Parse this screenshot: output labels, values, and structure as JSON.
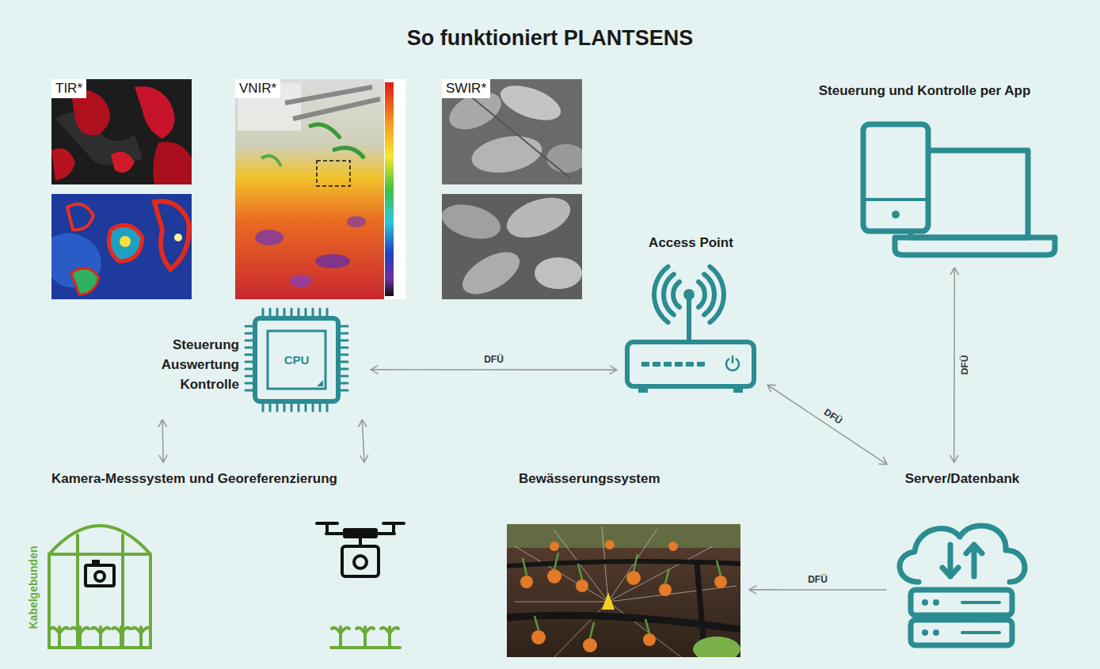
{
  "diagram": {
    "title": "So funktioniert PLANTSENS",
    "nodes": [
      {
        "text": [
          "Steuerung und Kontrolle per App"
        ]
      },
      {
        "text": [
          "Access Point"
        ]
      },
      {
        "text": [
          "Steuerung Auswertung Kontrolle",
          "CPU"
        ]
      },
      {
        "text": [
          "Kamera-Messsystem und Georeferenzierung"
        ]
      },
      {
        "text": [
          "Bewässerungssystem"
        ]
      },
      {
        "text": [
          "Server/Datenbank"
        ]
      }
    ],
    "edges": [
      {
        "from": 2,
        "to": 1,
        "label": "DFÜ",
        "arrow": "both"
      },
      {
        "from": 1,
        "to": 5,
        "label": "DFÜ",
        "arrow": "both"
      },
      {
        "from": 0,
        "to": 5,
        "label": "DFÜ",
        "arrow": "both"
      },
      {
        "from": 5,
        "to": 4,
        "label": "DFÜ",
        "arrow": "to"
      },
      {
        "from": 2,
        "to": 3,
        "arrow": "both"
      },
      {
        "from": 2,
        "to": 3,
        "arrow": "both"
      }
    ],
    "labels": [
      "TIR*",
      "VNIR*",
      "SWIR*",
      "Kabelgebunden"
    ]
  }
}
